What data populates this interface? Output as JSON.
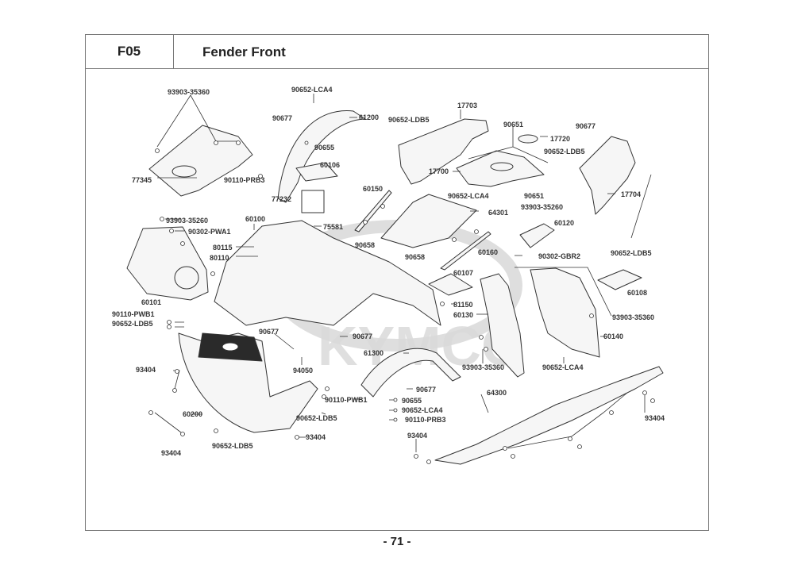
{
  "header": {
    "code": "F05",
    "title": "Fender Front"
  },
  "footer": {
    "page": "- 71 -"
  },
  "watermark": {
    "text": "KYMCO",
    "color": "#d9d9d9"
  },
  "colors": {
    "line": "#333333",
    "frame": "#777777",
    "fill_dark": "#2a2a2a",
    "fill_part": "#f4f4f4"
  },
  "labels": [
    {
      "id": "l1",
      "text": "93903-35360"
    },
    {
      "id": "l2",
      "text": "90652-LCA4"
    },
    {
      "id": "l3",
      "text": "90677"
    },
    {
      "id": "l4",
      "text": "61200"
    },
    {
      "id": "l5",
      "text": "90655"
    },
    {
      "id": "l6",
      "text": "60106"
    },
    {
      "id": "l7",
      "text": "77345"
    },
    {
      "id": "l8",
      "text": "90110-PRB3"
    },
    {
      "id": "l9",
      "text": "77232"
    },
    {
      "id": "l10",
      "text": "90652-LDB5"
    },
    {
      "id": "l11",
      "text": "17703"
    },
    {
      "id": "l12",
      "text": "90651"
    },
    {
      "id": "l13",
      "text": "17720"
    },
    {
      "id": "l14",
      "text": "90677"
    },
    {
      "id": "l15",
      "text": "90652-LDB5"
    },
    {
      "id": "l16",
      "text": "17700"
    },
    {
      "id": "l17",
      "text": "90652-LCA4"
    },
    {
      "id": "l18",
      "text": "90651"
    },
    {
      "id": "l19",
      "text": "17704"
    },
    {
      "id": "l20",
      "text": "60150"
    },
    {
      "id": "l21",
      "text": "93903-35260"
    },
    {
      "id": "l22",
      "text": "64301"
    },
    {
      "id": "l23",
      "text": "60120"
    },
    {
      "id": "l24",
      "text": "93903-35260"
    },
    {
      "id": "l25",
      "text": "90302-PWA1"
    },
    {
      "id": "l26",
      "text": "60100"
    },
    {
      "id": "l27",
      "text": "75581"
    },
    {
      "id": "l28",
      "text": "80115"
    },
    {
      "id": "l29",
      "text": "80110"
    },
    {
      "id": "l30",
      "text": "90658"
    },
    {
      "id": "l31",
      "text": "90658"
    },
    {
      "id": "l32",
      "text": "60160"
    },
    {
      "id": "l33",
      "text": "90302-GBR2"
    },
    {
      "id": "l34",
      "text": "90652-LDB5"
    },
    {
      "id": "l35",
      "text": "60107"
    },
    {
      "id": "l36",
      "text": "60108"
    },
    {
      "id": "l37",
      "text": "60101"
    },
    {
      "id": "l38",
      "text": "81150"
    },
    {
      "id": "l39",
      "text": "90110-PWB1"
    },
    {
      "id": "l40",
      "text": "60130"
    },
    {
      "id": "l41",
      "text": "93903-35360"
    },
    {
      "id": "l42",
      "text": "90652-LDB5"
    },
    {
      "id": "l43",
      "text": "90677"
    },
    {
      "id": "l44",
      "text": "90677"
    },
    {
      "id": "l45",
      "text": "60140"
    },
    {
      "id": "l46",
      "text": "61300"
    },
    {
      "id": "l47",
      "text": "93404"
    },
    {
      "id": "l48",
      "text": "94050"
    },
    {
      "id": "l49",
      "text": "93903-35360"
    },
    {
      "id": "l50",
      "text": "90652-LCA4"
    },
    {
      "id": "l51",
      "text": "90677"
    },
    {
      "id": "l52",
      "text": "90110-PWB1"
    },
    {
      "id": "l53",
      "text": "90655"
    },
    {
      "id": "l54",
      "text": "64300"
    },
    {
      "id": "l55",
      "text": "90652-LCA4"
    },
    {
      "id": "l56",
      "text": "60200"
    },
    {
      "id": "l57",
      "text": "90652-LDB5"
    },
    {
      "id": "l58",
      "text": "90110-PRB3"
    },
    {
      "id": "l59",
      "text": "93404"
    },
    {
      "id": "l60",
      "text": "93404"
    },
    {
      "id": "l61",
      "text": "93404"
    },
    {
      "id": "l62",
      "text": "90652-LDB5"
    },
    {
      "id": "l63",
      "text": "93404"
    }
  ]
}
